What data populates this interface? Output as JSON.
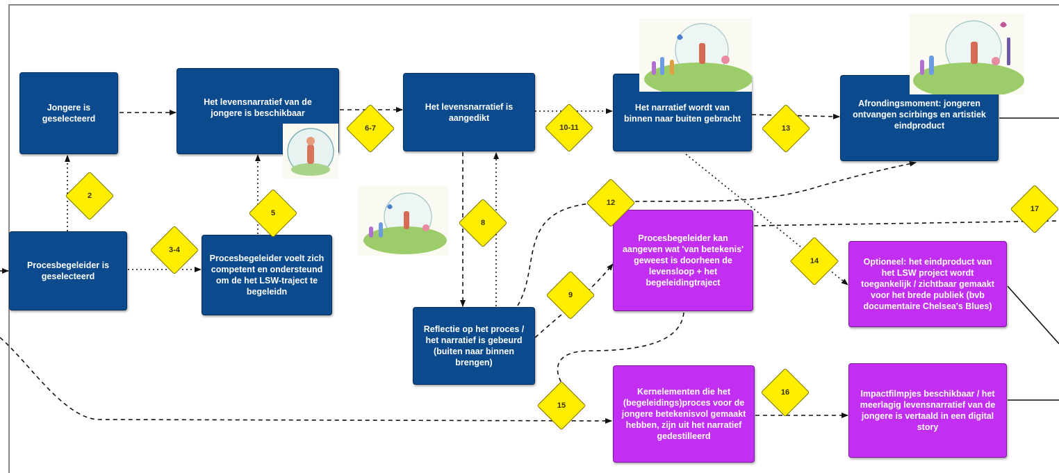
{
  "nodes": {
    "jongere_geselecteerd": "Jongere is geselecteerd",
    "procesbegeleider_geselecteerd": "Procesbegeleider is geselecteerd",
    "levensnarratief_beschikbaar": "Het levensnarratief van de jongere is beschikbaar",
    "procesbegeleider_competent": "Procesbegeleider voelt zich competent en ondersteund om de het LSW-traject te begeleidn",
    "levensnarratief_aangedikt": "Het levensnarratief is aangedikt",
    "reflectie": "Reflectie op het proces / het narratief is gebeurd (buiten naar binnen brengen)",
    "narratief_buiten": "Het narratief wordt van binnen naar buiten gebracht",
    "afrondingsmoment": "Afrondingsmoment: jongeren ontvangen scirbings en artistiek eindproduct",
    "procesbegeleider_betekenis": "Procesbegeleider kan aangeven wat 'van betekenis' geweest is doorheen de levensloop + het begeleidingtraject",
    "kernelementen": "Kernelementen die het (begeleidings)proces voor de jongere betekenisvol gemaakt hebben, zijn uit het narratief gedestilleerd",
    "optioneel": "Optioneel: het eindproduct van het LSW project wordt toegankelijk / zichtbaar gemaakt voor het brede publiek (bvb documentaire Chelsea's Blues)",
    "impactfilmpjes": "Impactfilmpjes beschikbaar / het meerlagig levensnarratief van de jongere is vertaald in een digital story"
  },
  "markers": {
    "m2": "2",
    "m34": "3-4",
    "m5": "5",
    "m67": "6-7",
    "m8": "8",
    "m9": "9",
    "m1011": "10-11",
    "m12": "12",
    "m13": "13",
    "m14": "14",
    "m15": "15",
    "m16": "16",
    "m17": "17"
  },
  "colors": {
    "outcome_box": "#0b4a8c",
    "optional_box": "#c22ef2",
    "marker": "#ffee00",
    "connector": "#111111"
  },
  "illustrations": [
    "watercolor-figure-in-circle",
    "watercolor-landscape-figures",
    "watercolor-landscape-figures",
    "watercolor-landscape-figures"
  ]
}
